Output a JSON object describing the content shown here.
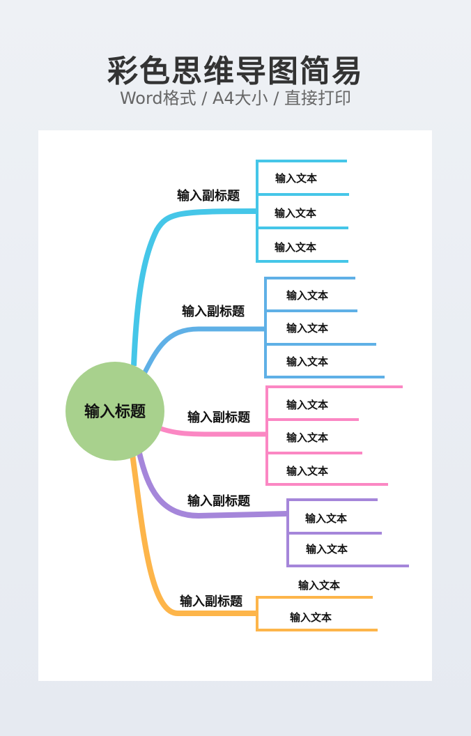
{
  "header": {
    "title": "彩色思维导图简易",
    "subtitle": "Word格式 / A4大小 / 直接打印"
  },
  "colors": {
    "center": "#a8d18d",
    "cyan": "#45c6e8",
    "blue": "#5fb0e6",
    "pink": "#fb87c3",
    "purple": "#a586da",
    "orange": "#fdb54a"
  },
  "mindmap": {
    "center": "输入标题",
    "branches": [
      {
        "label": "输入副标题",
        "color": "cyan",
        "items": [
          "输入文本",
          "输入文本",
          "输入文本"
        ]
      },
      {
        "label": "输入副标题",
        "color": "blue",
        "items": [
          "输入文本",
          "输入文本",
          "输入文本"
        ]
      },
      {
        "label": "输入副标题",
        "color": "pink",
        "items": [
          "输入文本",
          "输入文本",
          "输入文本"
        ]
      },
      {
        "label": "输入副标题",
        "color": "purple",
        "items": [
          "输入文本",
          "输入文本"
        ]
      },
      {
        "label": "输入副标题",
        "color": "orange",
        "items": [
          "输入文本",
          "输入文本"
        ]
      }
    ]
  }
}
